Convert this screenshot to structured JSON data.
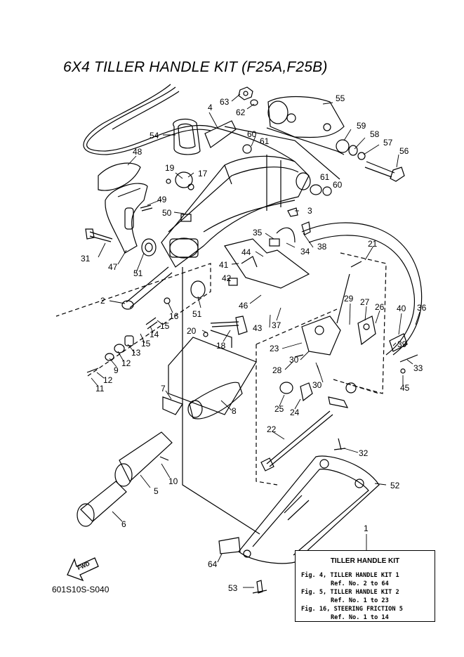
{
  "title": "6X4 TILLER HANDLE KIT (F25A,F25B)",
  "diagram_code": "601S10S-S040",
  "fwd_label": "FWD",
  "kit_box": {
    "heading": "TILLER HANDLE KIT",
    "lines": [
      "Fig. 4, TILLER HANDLE KIT 1",
      "Ref. No. 2 to 64",
      "Fig. 5, TILLER HANDLE KIT 2",
      "Ref. No. 1 to 23",
      "Fig. 16, STEERING FRICTION 5",
      "Ref. No. 1 to 14"
    ]
  },
  "callouts": [
    "63",
    "62",
    "55",
    "4",
    "59",
    "58",
    "57",
    "56",
    "54",
    "60",
    "61",
    "48",
    "19",
    "17",
    "61",
    "60",
    "49",
    "3",
    "50",
    "35",
    "38",
    "31",
    "47",
    "51",
    "44",
    "34",
    "41",
    "21",
    "42",
    "46",
    "2",
    "16",
    "15",
    "14",
    "51",
    "43",
    "37",
    "29",
    "27",
    "26",
    "40",
    "36",
    "20",
    "18",
    "15",
    "13",
    "12",
    "9",
    "12",
    "11",
    "39",
    "23",
    "30",
    "28",
    "33",
    "30",
    "45",
    "7",
    "8",
    "25",
    "24",
    "22",
    "32",
    "10",
    "5",
    "52",
    "6",
    "1",
    "64",
    "53"
  ],
  "colors": {
    "line": "#000000",
    "background": "#ffffff"
  }
}
